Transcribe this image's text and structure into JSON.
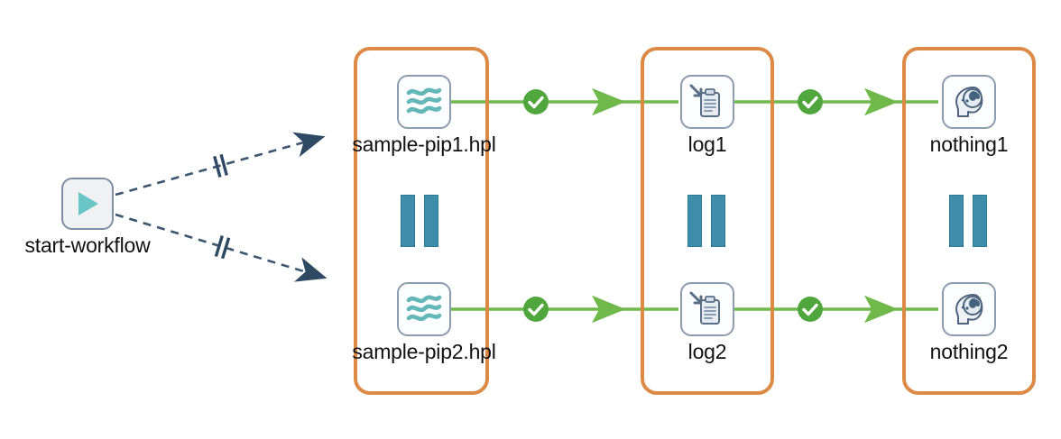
{
  "diagram": {
    "title": "workflow-execution-graph",
    "background": "#ffffff",
    "colors": {
      "group_border": "#DC8A45",
      "success_green": "#5AAE3F",
      "edge_green": "#6FB94A",
      "dashed_edge": "#3B566E",
      "node_border": "#8B9CAF",
      "node_fill": "#FCFDFE",
      "start_fill": "#F0F1F2",
      "play_teal": "#63C4C4",
      "wave_teal": "#63B7B7",
      "parallel_bar": "#3E8DAB",
      "label_text": "#111111"
    }
  },
  "start": {
    "label": "start-workflow",
    "icon": "play-triangle-icon"
  },
  "groups": [
    {
      "name": "pipeline-group",
      "id": "group-1"
    },
    {
      "name": "log-group",
      "id": "group-2"
    },
    {
      "name": "nothing-group",
      "id": "group-3"
    }
  ],
  "nodes": {
    "pipeline_top": {
      "label": "sample-pip1.hpl",
      "icon": "pipeline-waves-icon"
    },
    "pipeline_bottom": {
      "label": "sample-pip2.hpl",
      "icon": "pipeline-waves-icon"
    },
    "log_top": {
      "label": "log1",
      "icon": "log-clipboard-icon"
    },
    "log_bottom": {
      "label": "log2",
      "icon": "log-clipboard-icon"
    },
    "nothing_top": {
      "label": "nothing1",
      "icon": "brain-head-icon"
    },
    "nothing_bottom": {
      "label": "nothing2",
      "icon": "brain-head-icon"
    }
  },
  "parallel_markers": [
    {
      "name": "parallel-marker-pipelines"
    },
    {
      "name": "parallel-marker-logs"
    },
    {
      "name": "parallel-marker-nothings"
    }
  ],
  "edges": {
    "dashed": [
      {
        "name": "edge-start-to-pipeline1",
        "style": "dashed",
        "marker": "double-bar-marker",
        "arrow": "solid-arrowhead"
      },
      {
        "name": "edge-start-to-pipeline2",
        "style": "dashed",
        "marker": "double-bar-marker",
        "arrow": "solid-arrowhead"
      }
    ],
    "green": [
      {
        "name": "edge-pipeline1-to-log1",
        "style": "solid",
        "status": "success",
        "badge": "check-circle-icon"
      },
      {
        "name": "edge-log1-to-nothing1",
        "style": "solid",
        "status": "success",
        "badge": "check-circle-icon"
      },
      {
        "name": "edge-pipeline2-to-log2",
        "style": "solid",
        "status": "success",
        "badge": "check-circle-icon"
      },
      {
        "name": "edge-log2-to-nothing2",
        "style": "solid",
        "status": "success",
        "badge": "check-circle-icon"
      }
    ]
  }
}
